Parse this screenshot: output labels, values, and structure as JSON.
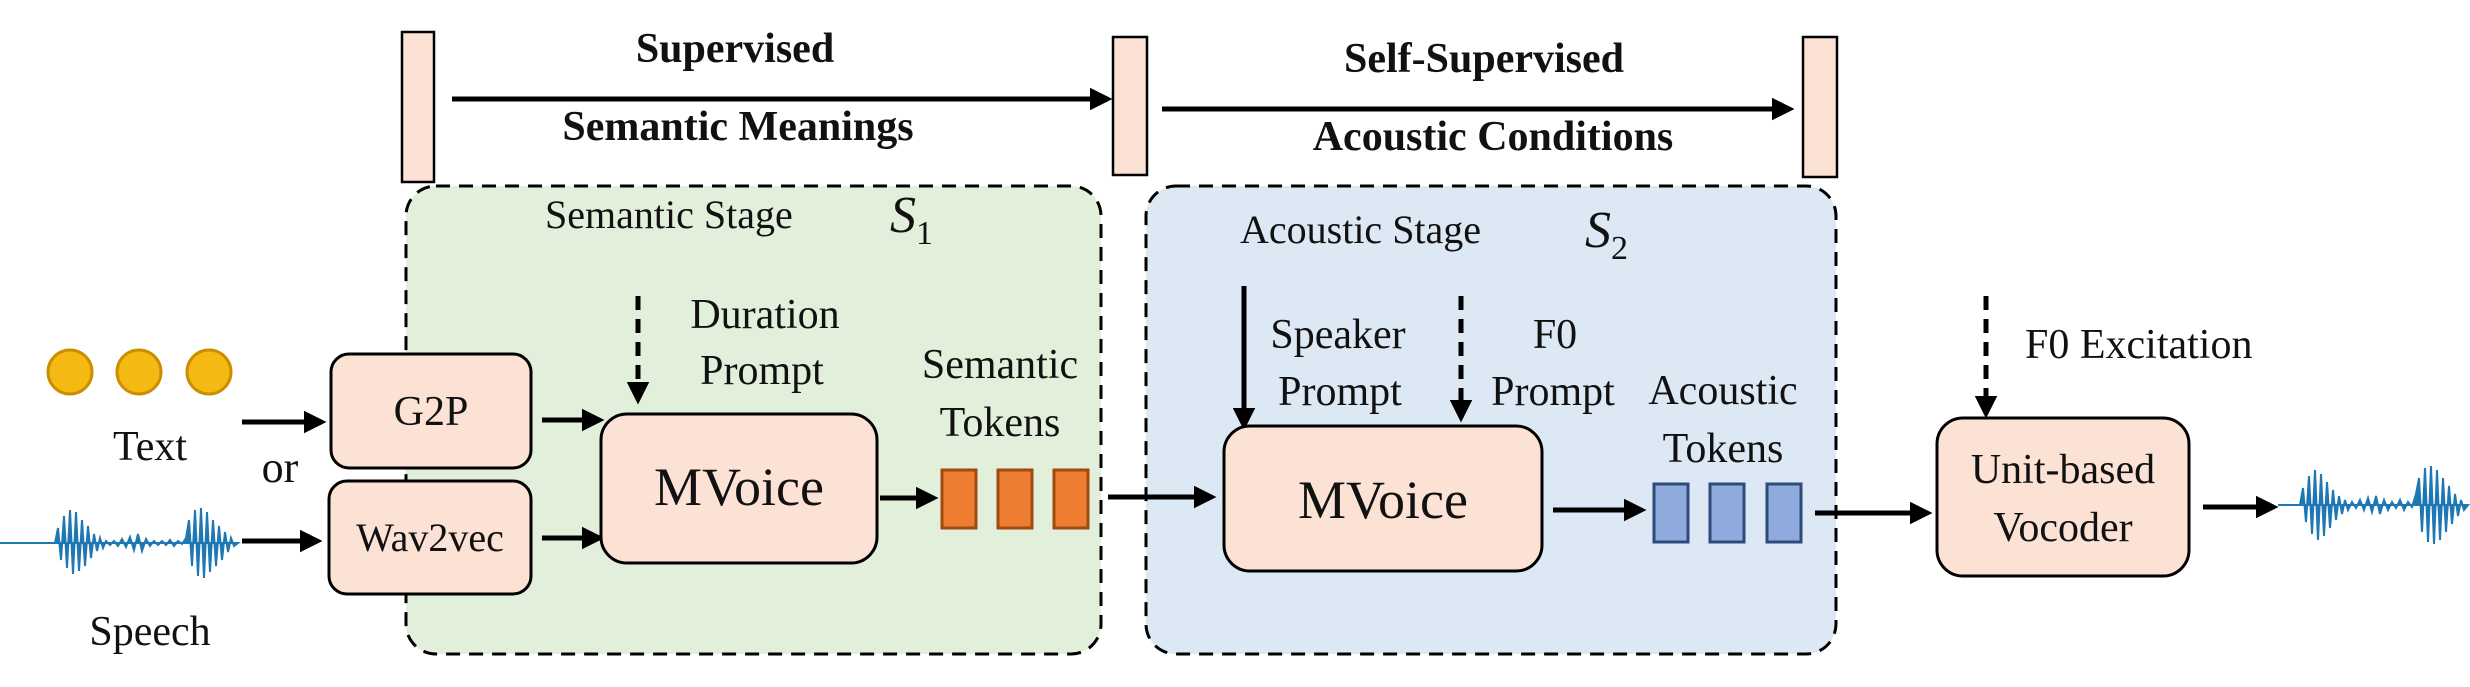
{
  "header": {
    "supervised": "Supervised",
    "semantic_meanings": "Semantic Meanings",
    "self_supervised": "Self-Supervised",
    "acoustic_conditions": "Acoustic Conditions"
  },
  "stage1": {
    "label": "Semantic Stage",
    "symbol": "S",
    "subscript": "1",
    "duration_prompt_line1": "Duration",
    "duration_prompt_line2": "Prompt",
    "mvoice": "MVoice",
    "tokens_line1": "Semantic",
    "tokens_line2": "Tokens"
  },
  "stage2": {
    "label": "Acoustic Stage",
    "symbol": "S",
    "subscript": "2",
    "speaker_prompt_line1": "Speaker",
    "speaker_prompt_line2": "Prompt",
    "f0_prompt_line1": "F0",
    "f0_prompt_line2": "Prompt",
    "mvoice": "MVoice",
    "tokens_line1": "Acoustic",
    "tokens_line2": "Tokens"
  },
  "inputs": {
    "text": "Text",
    "or": "or",
    "speech": "Speech",
    "g2p": "G2P",
    "wav2vec": "Wav2vec"
  },
  "vocoder": {
    "excitation": "F0 Excitation",
    "line1": "Unit-based",
    "line2": "Vocoder"
  },
  "colors": {
    "box_fill": "#fbe2d5",
    "stage1_fill": "#e2efda",
    "stage2_fill": "#dde8f5",
    "semantic_token": "#ed7d31",
    "acoustic_token": "#8faadc",
    "text_dot": "#f5b914",
    "waveform": "#1f77b4"
  }
}
